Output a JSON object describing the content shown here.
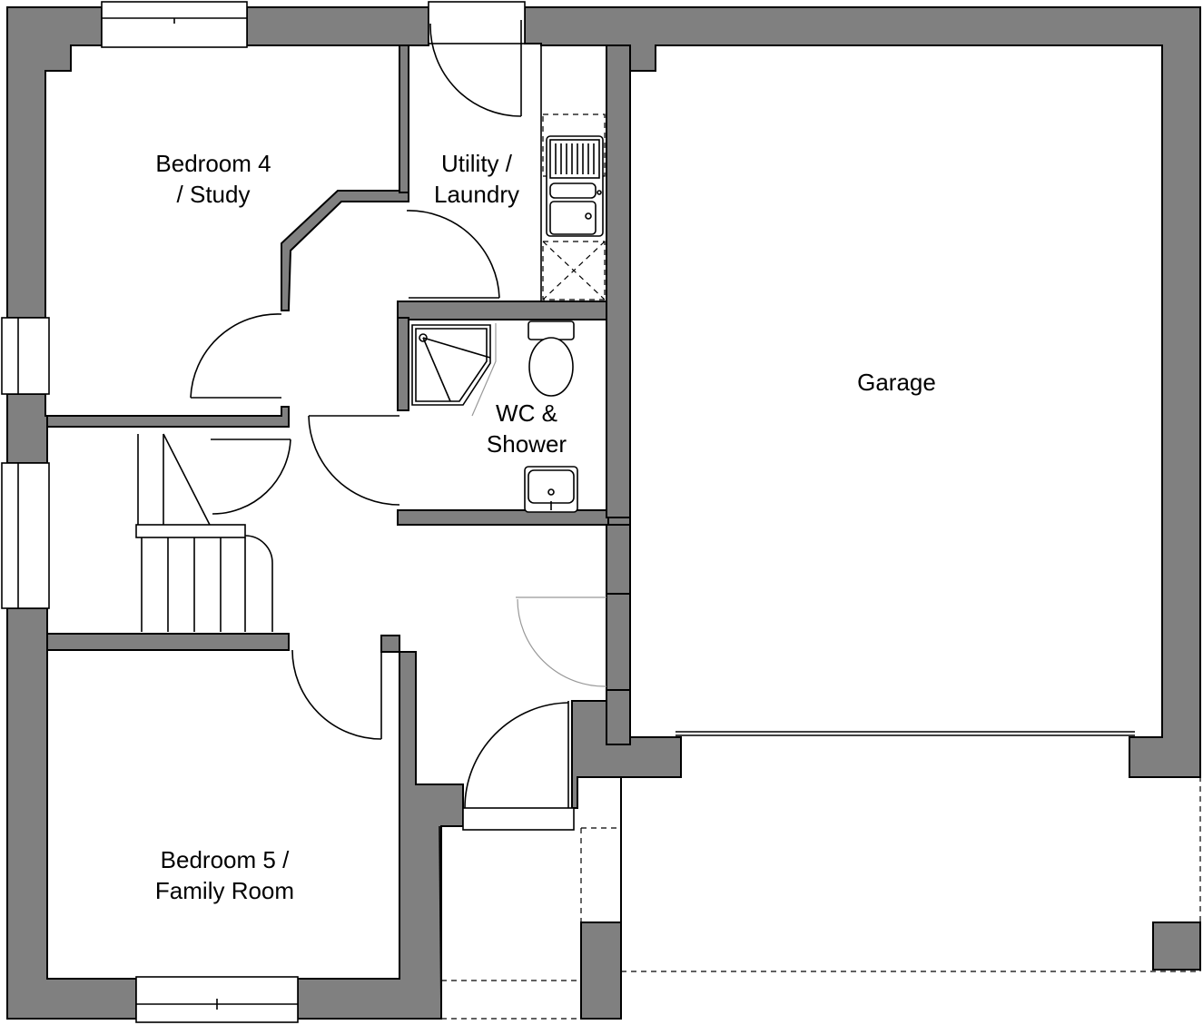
{
  "rooms": {
    "bedroom4": {
      "line1": "Bedroom 4",
      "line2": "/ Study"
    },
    "utility": {
      "line1": "Utility /",
      "line2": "Laundry"
    },
    "wc": {
      "line1": "WC &",
      "line2": "Shower"
    },
    "garage": {
      "line1": "Garage"
    },
    "bedroom5": {
      "line1": "Bedroom 5 /",
      "line2": "Family Room"
    }
  },
  "colors": {
    "wall": "#808080",
    "line": "#000000",
    "background": "#ffffff"
  }
}
